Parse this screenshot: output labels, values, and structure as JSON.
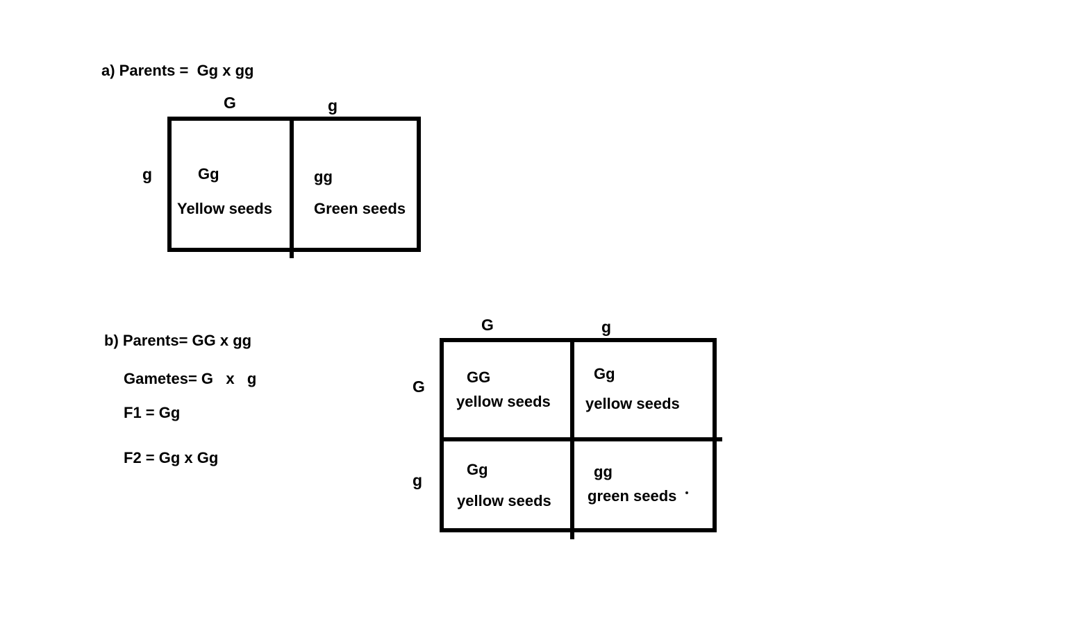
{
  "section_a": {
    "title": "a) Parents =  Gg x gg",
    "punnett": {
      "col_headers": [
        "G",
        "g"
      ],
      "row_header": "g",
      "cells": [
        {
          "genotype": "Gg",
          "phenotype": "Yellow seeds"
        },
        {
          "genotype": "gg",
          "phenotype": "Green seeds"
        }
      ]
    }
  },
  "section_b": {
    "title": "b) Parents= GG x gg",
    "gametes_line": "Gametes= G   x   g",
    "f1_line": "F1 = Gg",
    "f2_line": "F2 = Gg x Gg",
    "punnett": {
      "col_headers": [
        "G",
        "g"
      ],
      "row_headers": [
        "G",
        "g"
      ],
      "cells": [
        {
          "genotype": "GG",
          "phenotype": "yellow seeds"
        },
        {
          "genotype": "Gg",
          "phenotype": "yellow seeds"
        },
        {
          "genotype": "Gg",
          "phenotype": "yellow seeds"
        },
        {
          "genotype": "gg",
          "phenotype": "green seeds"
        }
      ]
    }
  },
  "colors": {
    "ink": "#000000",
    "background": "#ffffff"
  }
}
